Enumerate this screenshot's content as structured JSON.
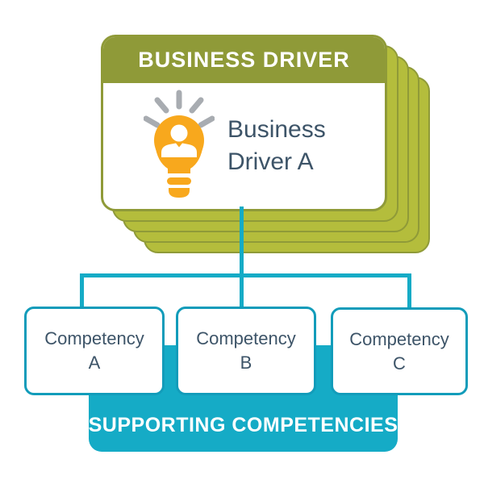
{
  "palette": {
    "olive": "#8f9a38",
    "olive_light": "#b4bd3c",
    "teal": "#15abc6",
    "teal_border": "#129cba",
    "text_dark": "#3d5468",
    "orange": "#f8a81d",
    "ray_gray": "#a8acb1"
  },
  "business_driver": {
    "header_label": "BUSINESS DRIVER",
    "card_title": "Business Driver A",
    "icon": "lightbulb-person-icon",
    "stacked_card_count": 5
  },
  "supporting_competencies": {
    "banner_label": "SUPPORTING COMPETENCIES",
    "items": [
      {
        "label": "Competency A"
      },
      {
        "label": "Competency B"
      },
      {
        "label": "Competency C"
      }
    ]
  }
}
